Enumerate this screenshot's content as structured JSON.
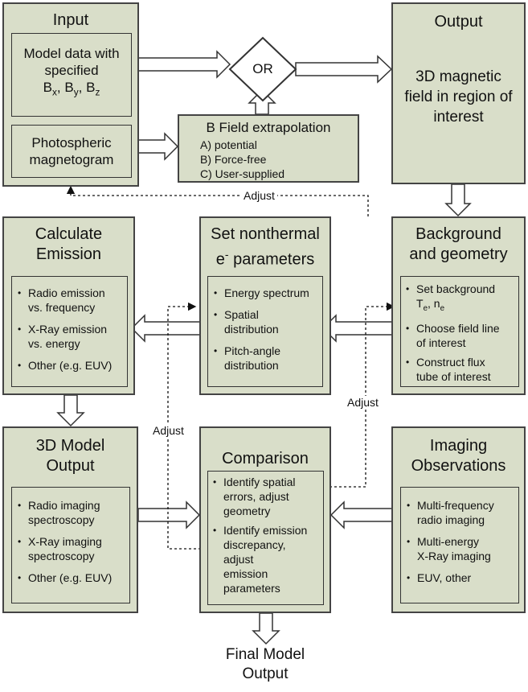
{
  "input": {
    "title": "Input",
    "model_line1": "Model data with",
    "model_line2": "specified",
    "model_bx": "B",
    "model_sub_x": "x",
    "model_by": "B",
    "model_sub_y": "y",
    "model_bz": "B",
    "model_sub_z": "z",
    "magneto_line1": "Photospheric",
    "magneto_line2": "magnetogram"
  },
  "decision": {
    "label": "OR"
  },
  "extrapolation": {
    "title": "B Field extrapolation",
    "options": [
      "A) potential",
      "B) Force-free",
      "C) User-supplied"
    ]
  },
  "output": {
    "title": "Output",
    "lines": [
      "3D magnetic",
      "field in region of",
      "interest"
    ]
  },
  "emission": {
    "title_line1": "Calculate",
    "title_line2": "Emission",
    "items": [
      [
        "Radio emission",
        "vs. frequency"
      ],
      [
        "X-Ray emission",
        "vs. energy"
      ],
      [
        "Other (e.g. EUV)"
      ]
    ]
  },
  "nonthermal": {
    "title_line1": "Set nonthermal",
    "title_e": "e",
    "title_sup": "-",
    "title_rest": " parameters",
    "items": [
      [
        "Energy spectrum"
      ],
      [
        "Spatial",
        "distribution"
      ],
      [
        "Pitch-angle",
        "distribution"
      ]
    ]
  },
  "background": {
    "title_line1": "Background",
    "title_line2": "and geometry",
    "item1_line1": "Set background",
    "item1_T": "T",
    "item1_Tsub": "e",
    "item1_sep": ", n",
    "item1_nsub": "e",
    "items": [
      [
        "Choose field line",
        "of interest"
      ],
      [
        "Construct flux",
        "tube of interest"
      ]
    ]
  },
  "model_output": {
    "title_line1": "3D Model",
    "title_line2": "Output",
    "items": [
      [
        "Radio imaging",
        "spectroscopy"
      ],
      [
        "X-Ray imaging",
        "spectroscopy"
      ],
      [
        "Other (e.g. EUV)"
      ]
    ]
  },
  "comparison": {
    "title": "Comparison",
    "items": [
      [
        "Identify spatial",
        "errors, adjust",
        "geometry"
      ],
      [
        "Identify emission",
        "discrepancy,",
        "adjust",
        "emission",
        "parameters"
      ]
    ]
  },
  "imaging": {
    "title_line1": "Imaging",
    "title_line2": "Observations",
    "items": [
      [
        "Multi-frequency",
        "radio imaging"
      ],
      [
        "Multi-energy",
        "X-Ray imaging"
      ],
      [
        "EUV, other"
      ]
    ]
  },
  "final": {
    "line1": "Final Model",
    "line2": "Output"
  },
  "labels": {
    "adjust_top": "Adjust",
    "adjust_left": "Adjust",
    "adjust_right": "Adjust"
  }
}
